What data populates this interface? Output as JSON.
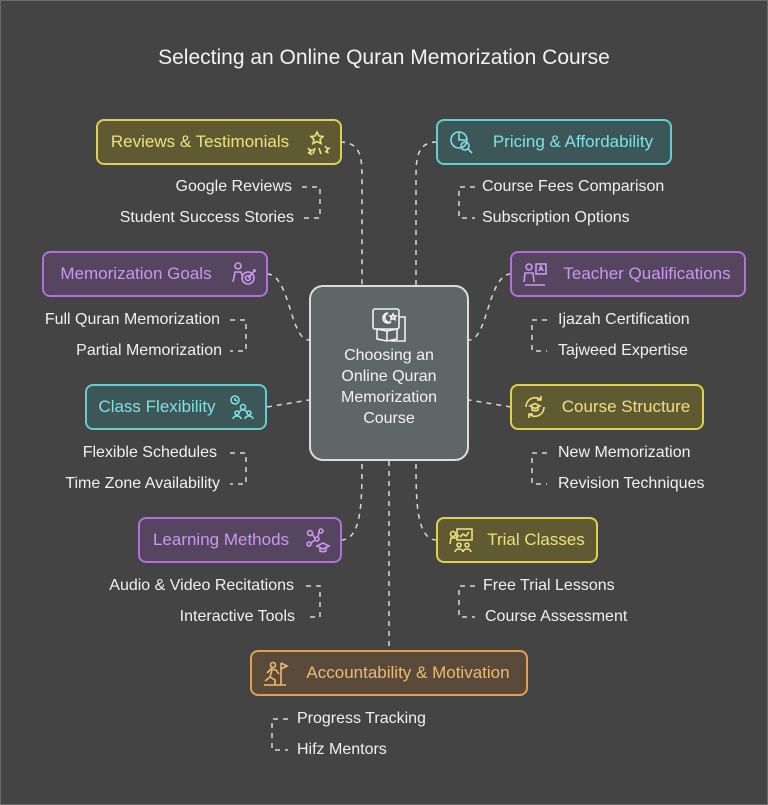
{
  "title": "Selecting an Online Quran Memorization Course",
  "center": {
    "label": "Choosing an Online Quran Memorization Course",
    "icon": "quran-book-icon"
  },
  "colors": {
    "yellow": "#e0d04f",
    "cyan": "#5fcfd0",
    "purple": "#b36ee0",
    "orange": "#e0a050",
    "background": "#444444"
  },
  "nodes": [
    {
      "label": "Reviews & Testimonials",
      "icon": "stars-icon",
      "color": "yellow",
      "items": [
        "Google Reviews",
        "Student Success Stories"
      ]
    },
    {
      "label": "Pricing & Affordability",
      "icon": "pricing-chart-icon",
      "color": "cyan",
      "items": [
        "Course Fees Comparison",
        "Subscription Options"
      ]
    },
    {
      "label": "Memorization Goals",
      "icon": "goal-target-icon",
      "color": "purple",
      "items": [
        "Full Quran Memorization",
        "Partial Memorization"
      ]
    },
    {
      "label": "Teacher Qualifications",
      "icon": "teacher-icon",
      "color": "purple",
      "items": [
        "Ijazah Certification",
        "Tajweed Expertise"
      ]
    },
    {
      "label": "Class Flexibility",
      "icon": "schedule-people-icon",
      "color": "cyan",
      "items": [
        "Flexible Schedules",
        "Time Zone Availability"
      ]
    },
    {
      "label": "Course Structure",
      "icon": "graduation-cycle-icon",
      "color": "yellow",
      "items": [
        "New Memorization",
        "Revision Techniques"
      ]
    },
    {
      "label": "Learning Methods",
      "icon": "learning-network-icon",
      "color": "purple",
      "items": [
        "Audio & Video Recitations",
        "Interactive Tools"
      ]
    },
    {
      "label": "Trial Classes",
      "icon": "presentation-icon",
      "color": "yellow",
      "items": [
        "Free Trial Lessons",
        "Course Assessment"
      ]
    },
    {
      "label": "Accountability & Motivation",
      "icon": "runner-goal-icon",
      "color": "orange",
      "items": [
        "Progress Tracking",
        "Hifz Mentors"
      ]
    }
  ]
}
